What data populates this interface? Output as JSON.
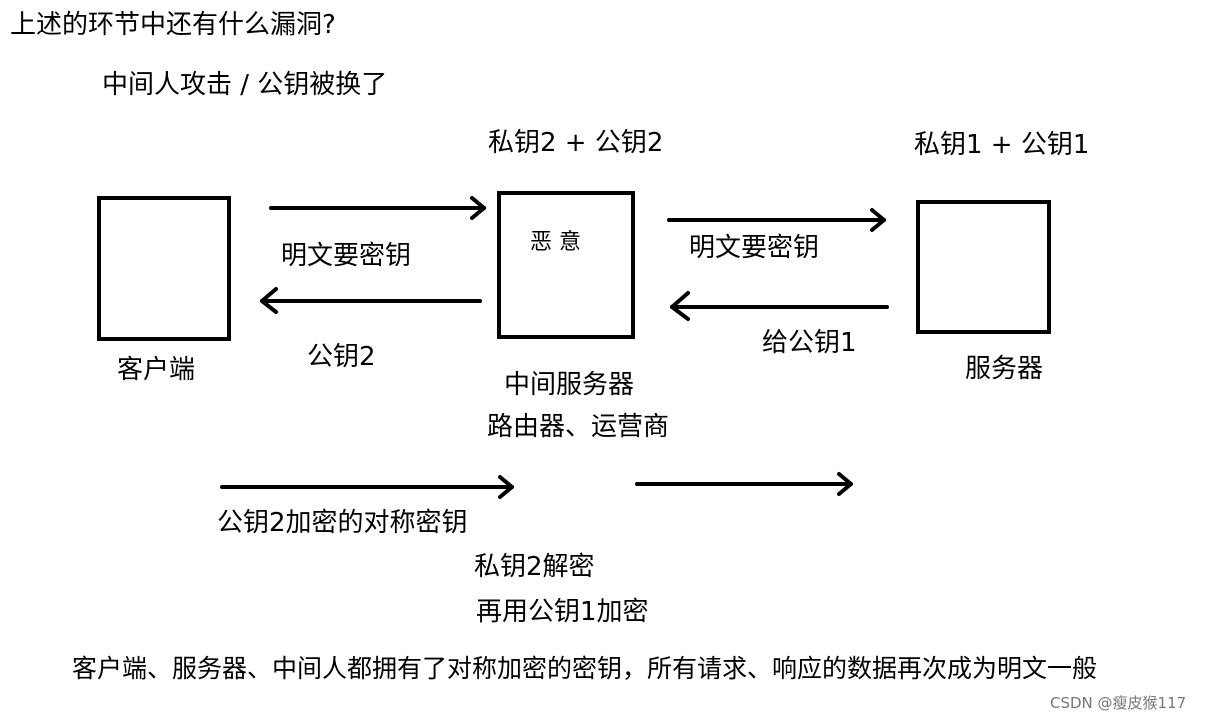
{
  "heading": {
    "question": "上述的环节中还有什么漏洞?",
    "subtitle": "中间人攻击 / 公钥被换了"
  },
  "nodes": {
    "client": {
      "label": "客户端"
    },
    "middle": {
      "inner_label": "恶 意",
      "keys": "私钥2 + 公钥2",
      "label_line1": "中间服务器",
      "label_line2": "路由器、运营商"
    },
    "server": {
      "keys": "私钥1 + 公钥1",
      "label": "服务器"
    }
  },
  "messages": {
    "client_to_middle": "明文要密钥",
    "middle_to_client": "公钥2",
    "middle_to_server": "明文要密钥",
    "server_to_middle": "给公钥1"
  },
  "second_round": {
    "client_step": "公钥2加密的对称密钥",
    "middle_step1": "私钥2解密",
    "middle_step2": "再用公钥1加密"
  },
  "conclusion": "客户端、服务器、中间人都拥有了对称加密的密钥，所有请求、响应的数据再次成为明文一般",
  "watermark": "CSDN @瘦皮猴117"
}
